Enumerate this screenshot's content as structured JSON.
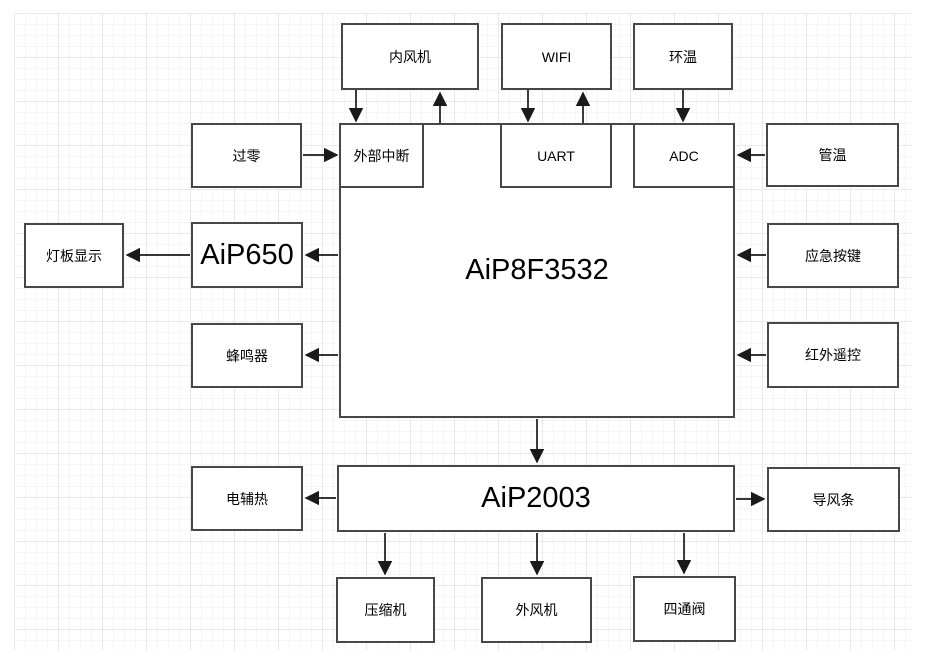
{
  "diagram": {
    "title": "AiP8F3532 air-conditioner control block diagram",
    "nodes": {
      "main_mcu": {
        "label": "AiP8F3532"
      },
      "ext_interrupt": {
        "label": "外部中断"
      },
      "uart": {
        "label": "UART"
      },
      "adc": {
        "label": "ADC"
      },
      "inner_fan": {
        "label": "内风机"
      },
      "wifi": {
        "label": "WIFI"
      },
      "ambient_temp": {
        "label": "环温"
      },
      "zero_cross": {
        "label": "过零"
      },
      "pipe_temp": {
        "label": "管温"
      },
      "light_board": {
        "label": "灯板显示"
      },
      "aip650": {
        "label": "AiP650"
      },
      "emergency_button": {
        "label": "应急按键"
      },
      "buzzer": {
        "label": "蜂鸣器"
      },
      "ir_remote": {
        "label": "红外遥控"
      },
      "aip2003": {
        "label": "AiP2003"
      },
      "aux_heat": {
        "label": "电辅热"
      },
      "air_guide": {
        "label": "导风条"
      },
      "compressor": {
        "label": "压缩机"
      },
      "outer_fan": {
        "label": "外风机"
      },
      "four_way_valve": {
        "label": "四通阀"
      }
    },
    "edges": [
      {
        "from": "inner_fan",
        "to": "ext_interrupt",
        "direction": "down"
      },
      {
        "from": "main_mcu",
        "to": "inner_fan",
        "direction": "up"
      },
      {
        "from": "wifi",
        "to": "uart",
        "direction": "down"
      },
      {
        "from": "uart",
        "to": "wifi",
        "direction": "up"
      },
      {
        "from": "ambient_temp",
        "to": "adc",
        "direction": "down"
      },
      {
        "from": "zero_cross",
        "to": "ext_interrupt",
        "direction": "right"
      },
      {
        "from": "pipe_temp",
        "to": "adc",
        "direction": "left"
      },
      {
        "from": "main_mcu",
        "to": "aip650",
        "direction": "left"
      },
      {
        "from": "aip650",
        "to": "light_board",
        "direction": "left"
      },
      {
        "from": "emergency_button",
        "to": "main_mcu",
        "direction": "left"
      },
      {
        "from": "main_mcu",
        "to": "buzzer",
        "direction": "left"
      },
      {
        "from": "ir_remote",
        "to": "main_mcu",
        "direction": "left"
      },
      {
        "from": "main_mcu",
        "to": "aip2003",
        "direction": "down"
      },
      {
        "from": "aip2003",
        "to": "aux_heat",
        "direction": "left"
      },
      {
        "from": "aip2003",
        "to": "air_guide",
        "direction": "right"
      },
      {
        "from": "aip2003",
        "to": "compressor",
        "direction": "down"
      },
      {
        "from": "aip2003",
        "to": "outer_fan",
        "direction": "down"
      },
      {
        "from": "aip2003",
        "to": "four_way_valve",
        "direction": "down"
      }
    ],
    "colors": {
      "background": "#ffffff",
      "node_fill": "#ffffff",
      "node_stroke": "#474747",
      "edge_stroke": "#1a1a1a",
      "text": "#000000",
      "grid_minor": "#f5f5f5",
      "grid_major": "#e9e9e9"
    }
  }
}
